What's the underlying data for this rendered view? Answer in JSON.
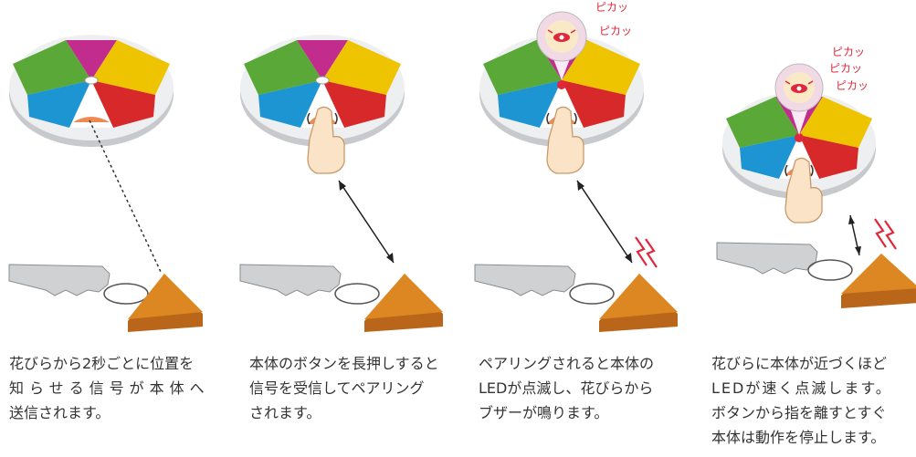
{
  "colors": {
    "magenta": "#c12c8d",
    "yellow": "#eec400",
    "green": "#5aa837",
    "blue": "#1d95d2",
    "red": "#d8292a",
    "orange": "#f08850",
    "key_fob": "#dc8722",
    "key_fob_shadow": "#b9661a",
    "key": "#cfd1d3",
    "text": "#333333",
    "pika_text": "#e0283a"
  },
  "panels": [
    {
      "caption_lines": [
        "花びらから2秒ごとに位置を",
        "知らせる信号が本体へ",
        "送信されます。"
      ],
      "sound_text": []
    },
    {
      "caption_lines": [
        "本体のボタンを長押しすると",
        "信号を受信してペアリング",
        "されます。"
      ],
      "sound_text": []
    },
    {
      "caption_lines": [
        "ペアリングされると本体の",
        "LEDが点滅し、花びらから",
        "ブザーが鳴ります。"
      ],
      "sound_text": [
        "ピカッ",
        "ピカッ"
      ]
    },
    {
      "caption_lines": [
        "花びらに本体が近づくほど",
        "LEDが速く点滅します。",
        "ボタンから指を離すとすぐ",
        "本体は動作を停止します。"
      ],
      "sound_text": [
        "ピカッ",
        "ピカッ",
        "ピカッ"
      ]
    }
  ]
}
